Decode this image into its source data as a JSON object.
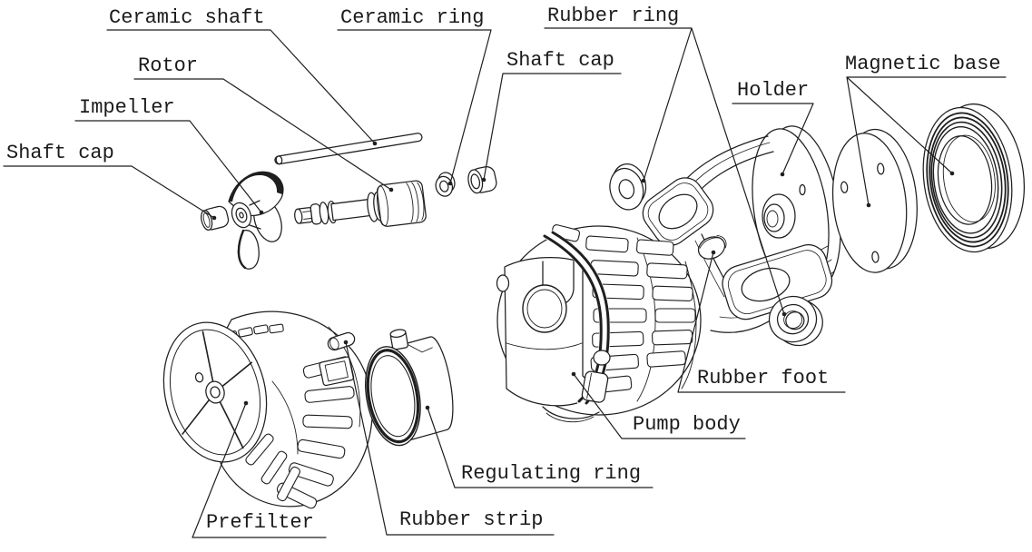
{
  "diagram": {
    "type": "exploded-view-technical-drawing",
    "subject": "Water pump exploded parts diagram",
    "background_color": "#ffffff",
    "line_color": "#1f1f1f",
    "labels": {
      "ceramic_shaft": "Ceramic shaft",
      "rotor": "Rotor",
      "impeller": "Impeller",
      "shaft_cap_left": "Shaft cap",
      "ceramic_ring": "Ceramic ring",
      "shaft_cap_top": "Shaft cap",
      "rubber_ring": "Rubber ring",
      "holder": "Holder",
      "magnetic_base": "Magnetic base",
      "rubber_foot": "Rubber foot",
      "pump_body": "Pump body",
      "regulating_ring": "Regulating ring",
      "rubber_strip": "Rubber strip",
      "prefilter": "Prefilter"
    }
  }
}
